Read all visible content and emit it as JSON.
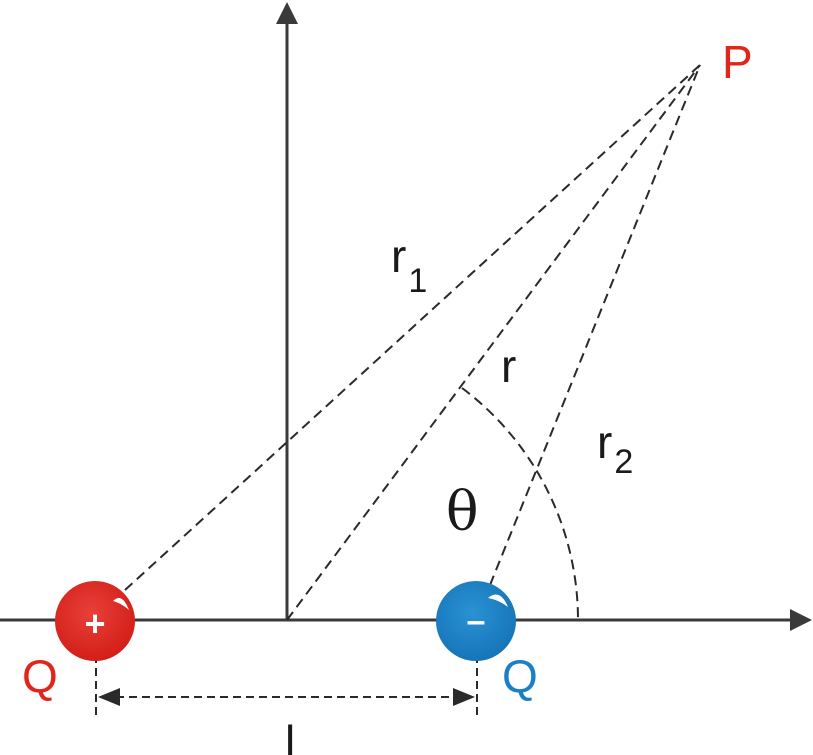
{
  "labels": {
    "point": "P",
    "r1_base": "r",
    "r1_sub": "1",
    "r": "r",
    "r2_base": "r",
    "r2_sub": "2",
    "theta": "θ",
    "charge_left": "Q",
    "charge_right": "Q",
    "separation": "l",
    "plus_sign": "+",
    "minus_sign": "–"
  },
  "colors": {
    "axis": "#3a3a3a",
    "positive_charge": "#e1251b",
    "negative_charge": "#1a7fc4",
    "point_label": "#e1251b",
    "text": "#1a1a1a"
  },
  "icons": {
    "positive_charge": "red-sphere-plus",
    "negative_charge": "blue-sphere-minus"
  }
}
